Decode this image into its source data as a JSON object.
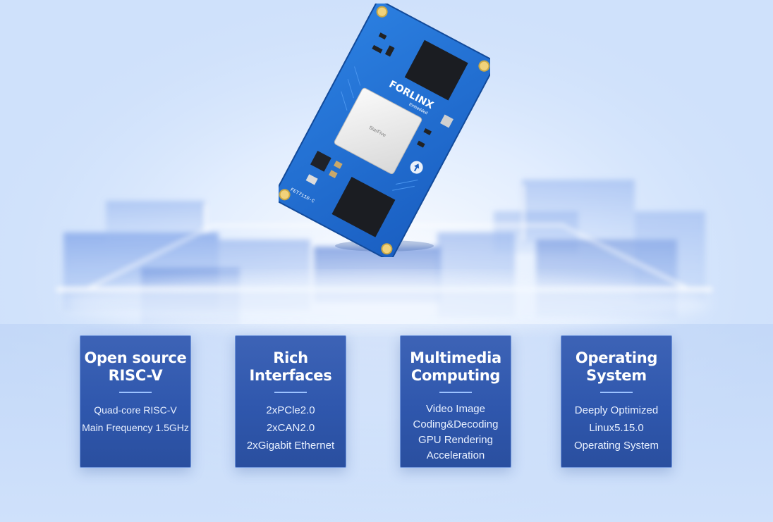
{
  "board": {
    "brand": "FORLINX",
    "brand_sub": "Embedded",
    "model": "FET7110-C",
    "chip_mark": "StarFive"
  },
  "features": [
    {
      "title": [
        "Open source",
        "RISC-V"
      ],
      "lines": [
        "Quad-core RISC-V",
        "Main Frequency 1.5GHz"
      ]
    },
    {
      "title": [
        "Rich",
        "Interfaces"
      ],
      "lines": [
        "2xPCle2.0",
        "2xCAN2.0",
        "2xGigabit Ethernet"
      ]
    },
    {
      "title": [
        "Multimedia",
        "Computing"
      ],
      "lines": [
        "Video Image",
        "Coding&Decoding",
        "GPU Rendering",
        "Acceleration"
      ]
    },
    {
      "title": [
        "Operating",
        "System"
      ],
      "lines": [
        "Deeply Optimized",
        "Linux5.15.0",
        "Operating System"
      ]
    }
  ],
  "colors": {
    "card_bg": "#2f57ad",
    "card_border": "#6f95dc",
    "pcb_blue": "#1f6fd0",
    "background": "#cfe1fb"
  }
}
